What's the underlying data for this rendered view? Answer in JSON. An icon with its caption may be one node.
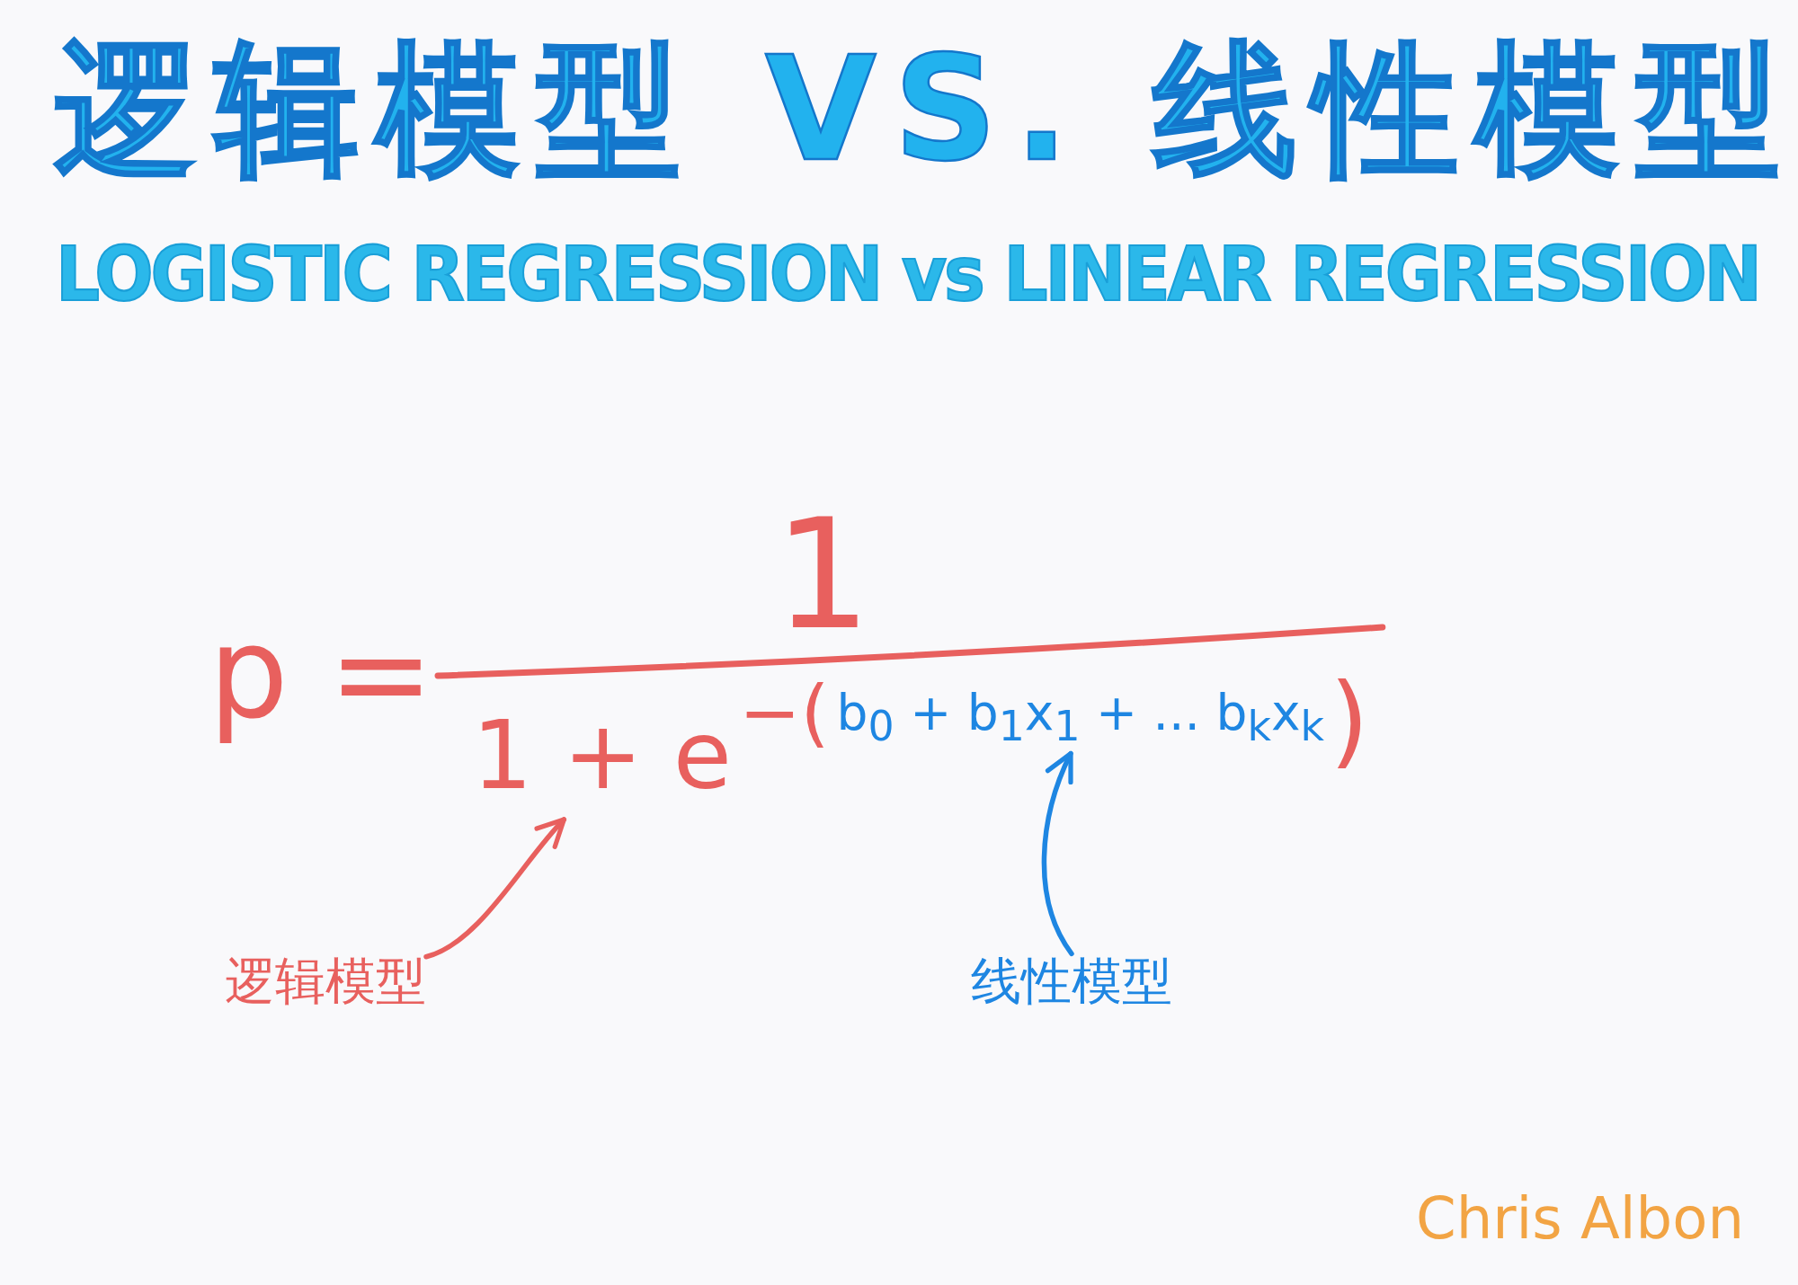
{
  "diagram": {
    "title": "逻辑模型 VS. 线性模型",
    "nodes": [
      {
        "text": [
          "p =",
          "1",
          "1 + e",
          "−(",
          ")"
        ]
      },
      {
        "text": [
          "b$_{0}$ + b$_{1}$x$_{1}$ + ... b$_{k}$x$_{k}$"
        ],
        "in": 0
      },
      {
        "text": [
          "逻辑模型"
        ]
      },
      {
        "text": [
          "线性模型"
        ]
      }
    ],
    "edges": [
      {
        "from": 2,
        "to": 0,
        "arrow": "to",
        "color": "#e8605e"
      },
      {
        "from": 3,
        "to": 1,
        "arrow": "to",
        "color": "#1e86e2"
      }
    ],
    "labels": [
      "LOGISTIC REGRESSION vs LINEAR REGRESSION",
      "Chris Albon"
    ]
  }
}
